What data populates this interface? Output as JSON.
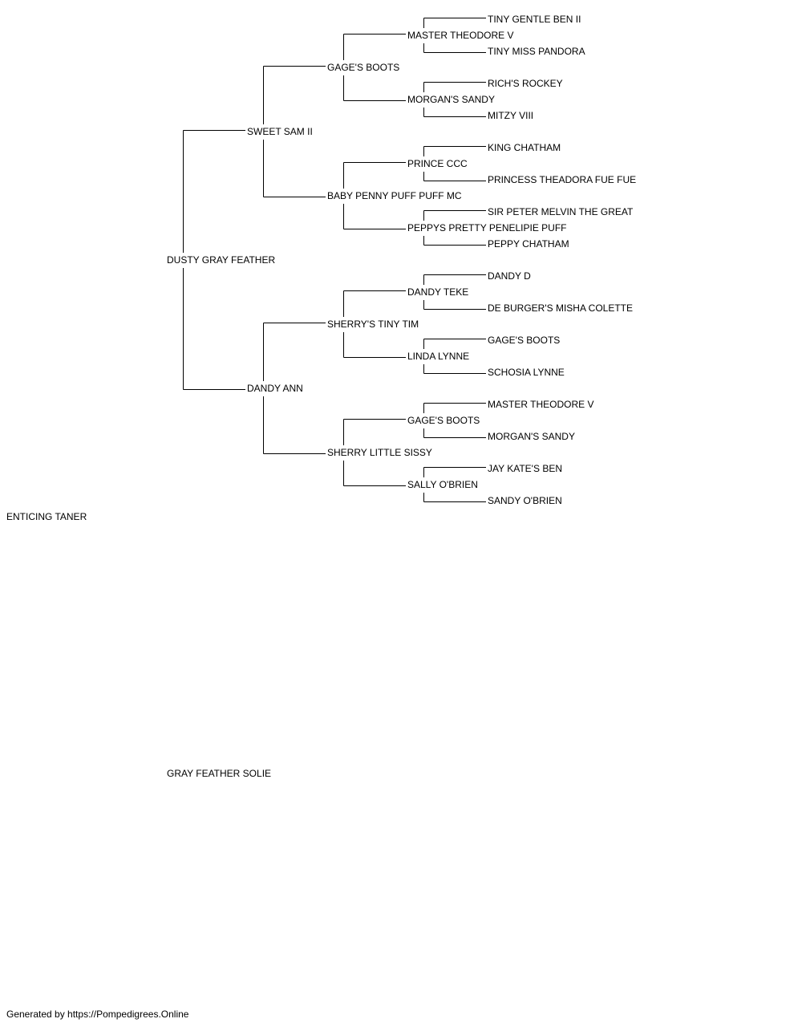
{
  "pedigree": {
    "subject": "ENTICING TANER",
    "sire": {
      "name": "DUSTY GRAY FEATHER",
      "sire": {
        "name": "SWEET SAM II",
        "sire": {
          "name": "GAGE'S BOOTS",
          "sire": {
            "name": "MASTER THEODORE V",
            "sire": "TINY GENTLE BEN II",
            "dam": "TINY MISS PANDORA"
          },
          "dam": {
            "name": "MORGAN'S SANDY",
            "sire": "RICH'S ROCKEY",
            "dam": "MITZY VIII"
          }
        },
        "dam": {
          "name": "BABY PENNY PUFF PUFF MC",
          "sire": {
            "name": "PRINCE CCC",
            "sire": "KING CHATHAM",
            "dam": "PRINCESS THEADORA FUE FUE"
          },
          "dam": {
            "name": "PEPPYS PRETTY PENELIPIE PUFF",
            "sire": "SIR PETER MELVIN THE GREAT",
            "dam": "PEPPY CHATHAM"
          }
        }
      },
      "dam": {
        "name": "DANDY ANN",
        "sire": {
          "name": "SHERRY'S TINY TIM",
          "sire": {
            "name": "DANDY TEKE",
            "sire": "DANDY D",
            "dam": "DE BURGER'S MISHA COLETTE"
          },
          "dam": {
            "name": "LINDA LYNNE",
            "sire": "GAGE'S BOOTS",
            "dam": "SCHOSIA LYNNE"
          }
        },
        "dam": {
          "name": "SHERRY LITTLE SISSY",
          "sire": {
            "name": "GAGE'S BOOTS",
            "sire": "MASTER THEODORE V",
            "dam": "MORGAN'S SANDY"
          },
          "dam": {
            "name": "SALLY O'BRIEN",
            "sire": "JAY KATE'S BEN",
            "dam": "SANDY O'BRIEN"
          }
        }
      }
    },
    "dam": {
      "name": "GRAY FEATHER SOLIE"
    }
  },
  "footer": {
    "text": "Generated by https://Pompedigrees.Online"
  }
}
